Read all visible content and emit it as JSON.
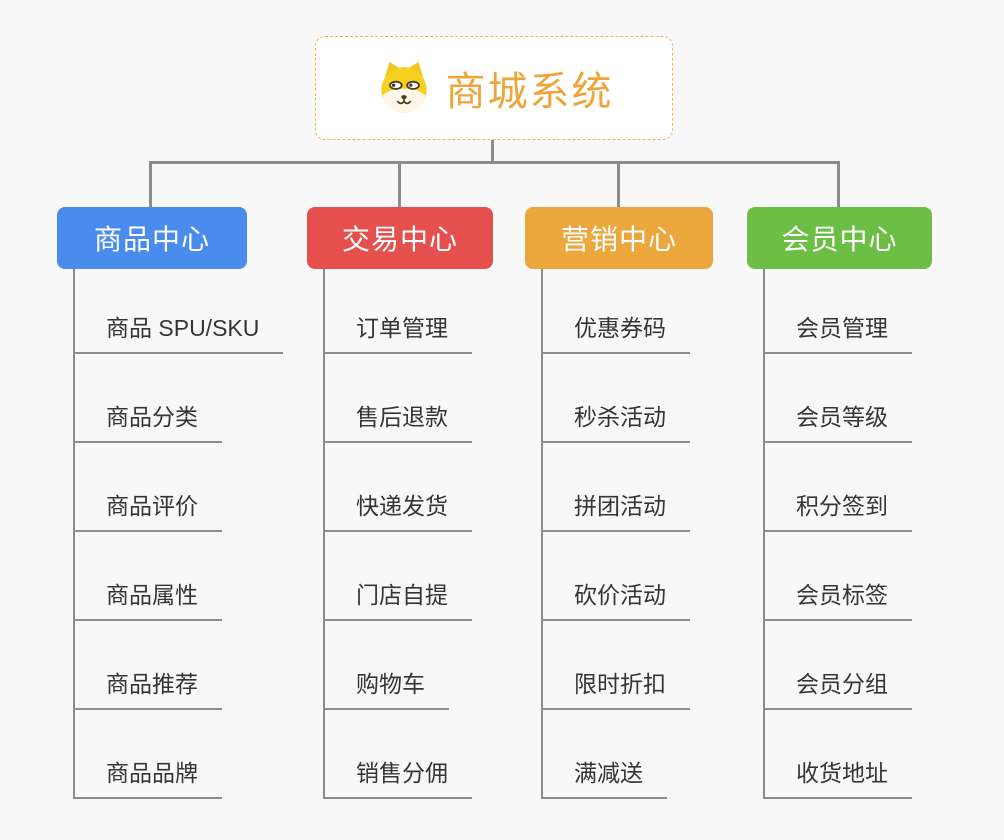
{
  "root": {
    "title": "商城系统",
    "icon": "dog-face-icon"
  },
  "colors": {
    "background": "#f8f8f8",
    "connector": "#8c8c8c",
    "root_border": "#f2b45c",
    "root_text": "#f0a43c",
    "subtopic_text": "#353535",
    "branch_text": "#ffffff"
  },
  "branches": [
    {
      "label": "商品中心",
      "color": "#4a8cee",
      "items": [
        "商品 SPU/SKU",
        "商品分类",
        "商品评价",
        "商品属性",
        "商品推荐",
        "商品品牌"
      ]
    },
    {
      "label": "交易中心",
      "color": "#e5504e",
      "items": [
        "订单管理",
        "售后退款",
        "快递发货",
        "门店自提",
        "购物车",
        "销售分佣"
      ]
    },
    {
      "label": "营销中心",
      "color": "#eba63c",
      "items": [
        "优惠券码",
        "秒杀活动",
        "拼团活动",
        "砍价活动",
        "限时折扣",
        "满减送"
      ]
    },
    {
      "label": "会员中心",
      "color": "#6dbe45",
      "items": [
        "会员管理",
        "会员等级",
        "积分签到",
        "会员标签",
        "会员分组",
        "收货地址"
      ]
    }
  ]
}
